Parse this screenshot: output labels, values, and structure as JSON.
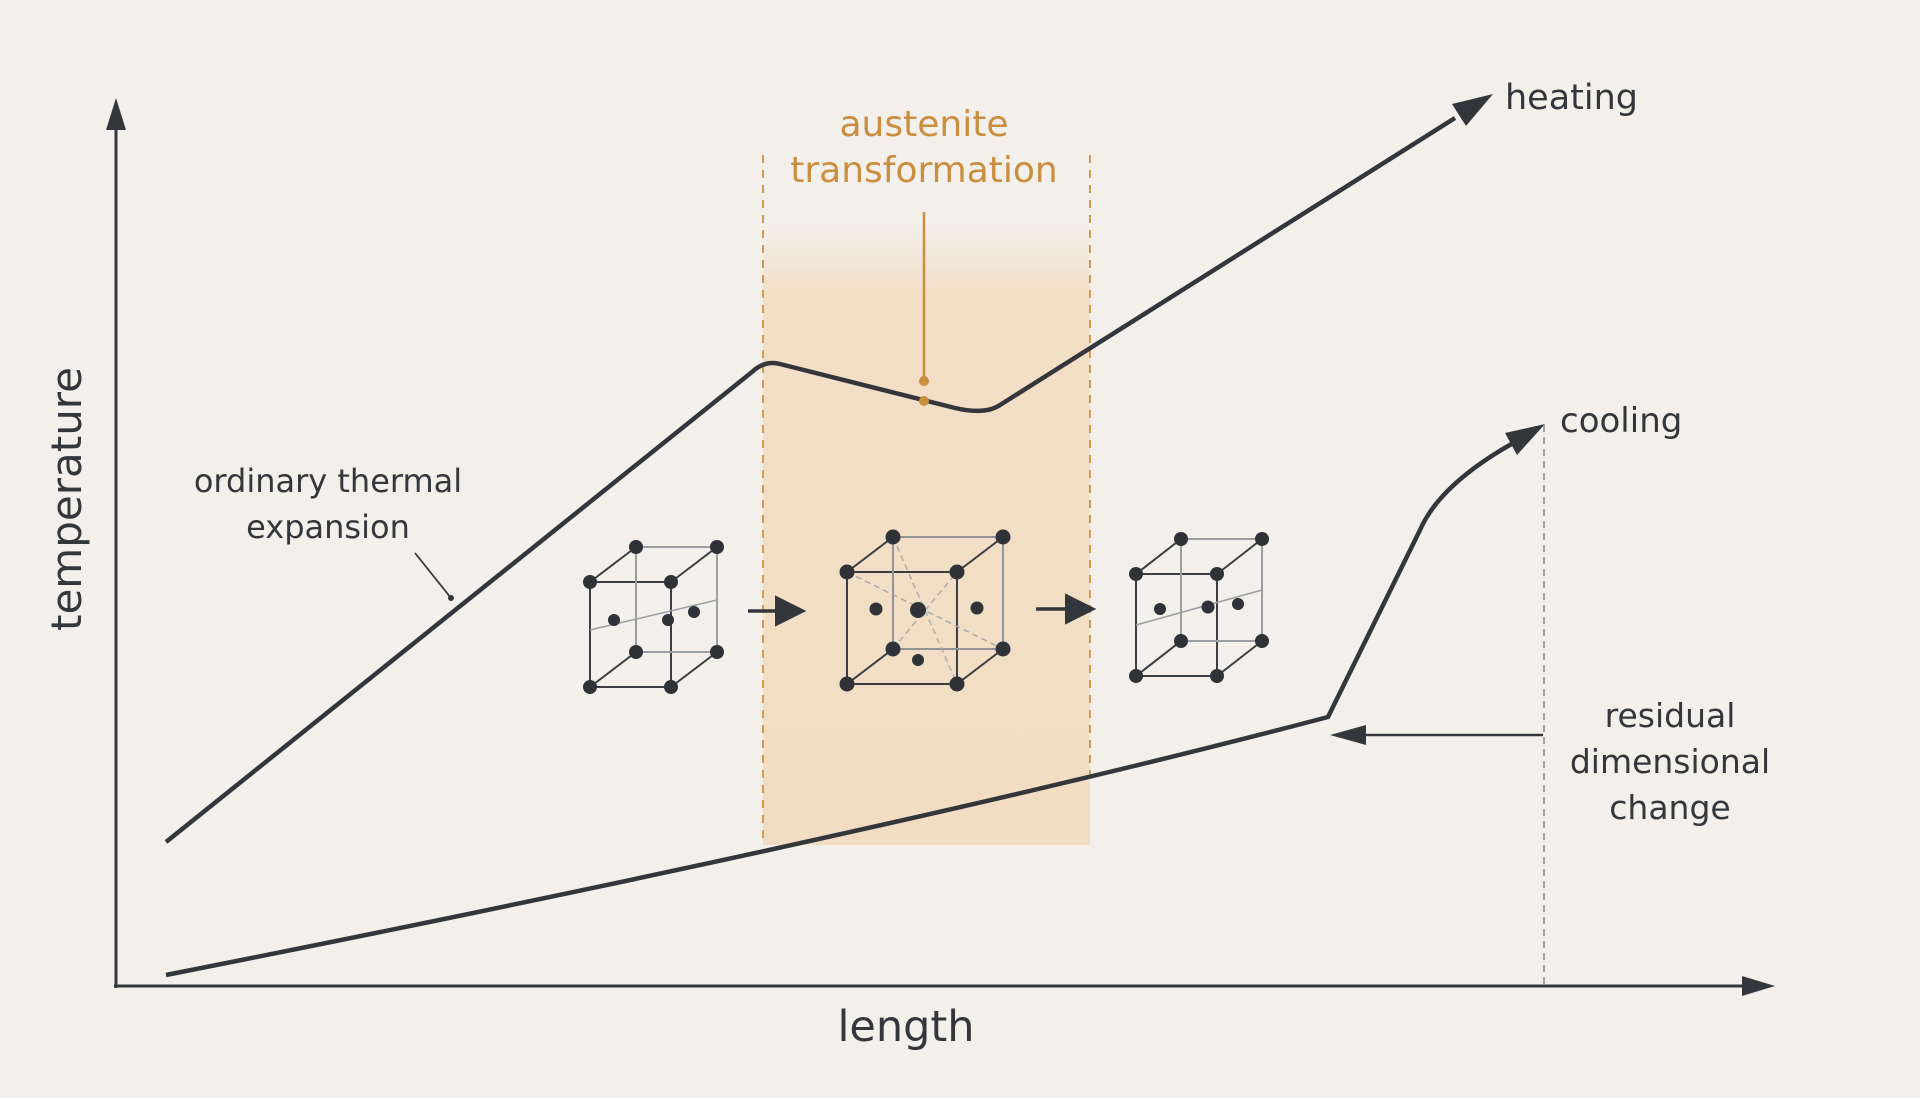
{
  "axes": {
    "x_label": "length",
    "y_label": "temperature"
  },
  "curves": {
    "heating_label": "heating",
    "cooling_label": "cooling"
  },
  "annotations": {
    "transformation_line1": "austenite",
    "transformation_line2": "transformation",
    "expansion_line1": "ordinary thermal",
    "expansion_line2": "expansion",
    "residual_line1": "residual",
    "residual_line2": "dimensional",
    "residual_line3": "change"
  },
  "colors": {
    "background": "#f3f0ec",
    "ink": "#33373b",
    "accent": "#c98e3e",
    "band": "#f2dcc0"
  },
  "icons": [
    "crystal-lattice-bcc-icon",
    "crystal-lattice-fcc-icon",
    "crystal-lattice-bcc-icon"
  ]
}
